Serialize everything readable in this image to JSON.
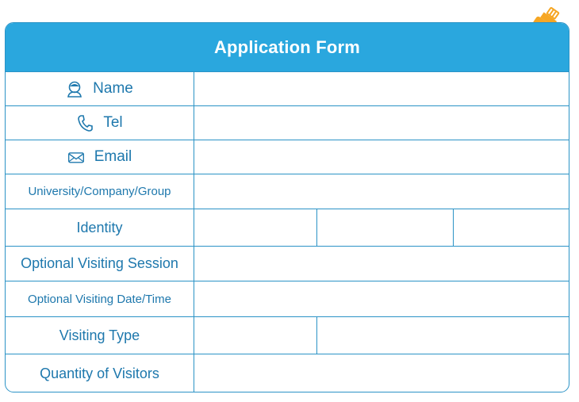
{
  "form": {
    "title": "Application Form",
    "fields": {
      "name": "Name",
      "tel": "Tel",
      "email": "Email",
      "affiliation": "University/Company/Group",
      "identity": "Identity",
      "session": "Optional Visiting Session",
      "datetime": "Optional Visiting Date/Time",
      "visit_type": "Visiting Type",
      "quantity": "Quantity of Visitors"
    }
  },
  "icons": {
    "name": "person-icon",
    "tel": "phone-icon",
    "email": "envelope-icon",
    "header": "paintbrush-icon"
  },
  "colors": {
    "header_bg": "#2aa7de",
    "border": "#2b93c6",
    "label_text": "#1e78ad",
    "accent": "#f6a623"
  }
}
